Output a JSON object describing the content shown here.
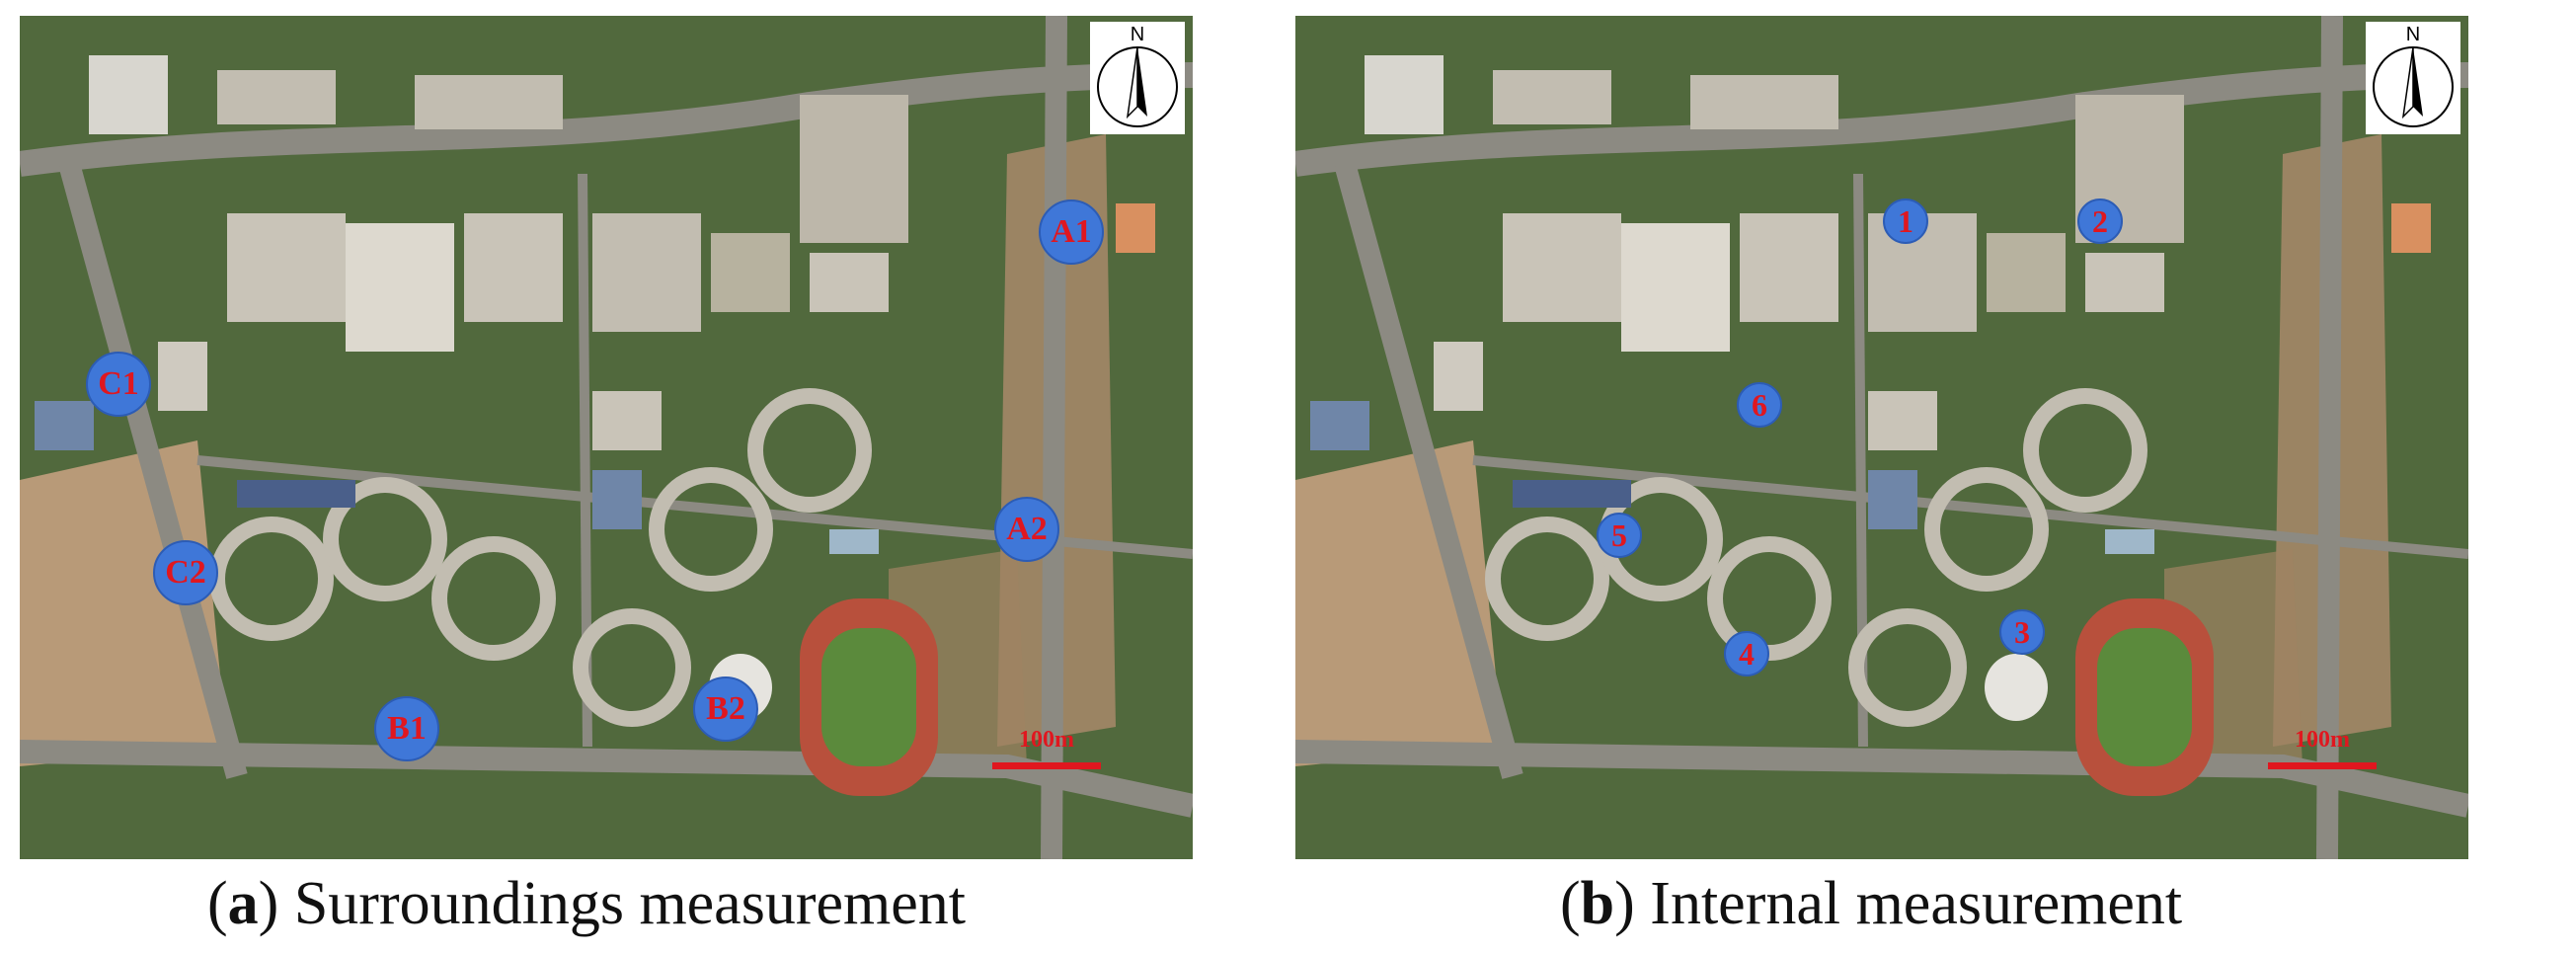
{
  "panels": [
    {
      "id": "a",
      "caption": {
        "paren_open": "(",
        "letter": "a",
        "paren_close": ")",
        "text": " Surroundings measurement"
      },
      "north_label": "N",
      "scale_label": "100m",
      "markers": [
        "A1",
        "A2",
        "B1",
        "B2",
        "C1",
        "C2"
      ]
    },
    {
      "id": "b",
      "caption": {
        "paren_open": "(",
        "letter": "b",
        "paren_close": ")",
        "text": " Internal measurement"
      },
      "north_label": "N",
      "scale_label": "100m",
      "markers": [
        "1",
        "2",
        "3",
        "4",
        "5",
        "6"
      ]
    }
  ],
  "colors": {
    "marker_fill": "#3f77d8",
    "marker_text": "#e0171f",
    "scale_bar": "#e0171f",
    "track": "#b8503c",
    "field": "#5b8a3c"
  }
}
